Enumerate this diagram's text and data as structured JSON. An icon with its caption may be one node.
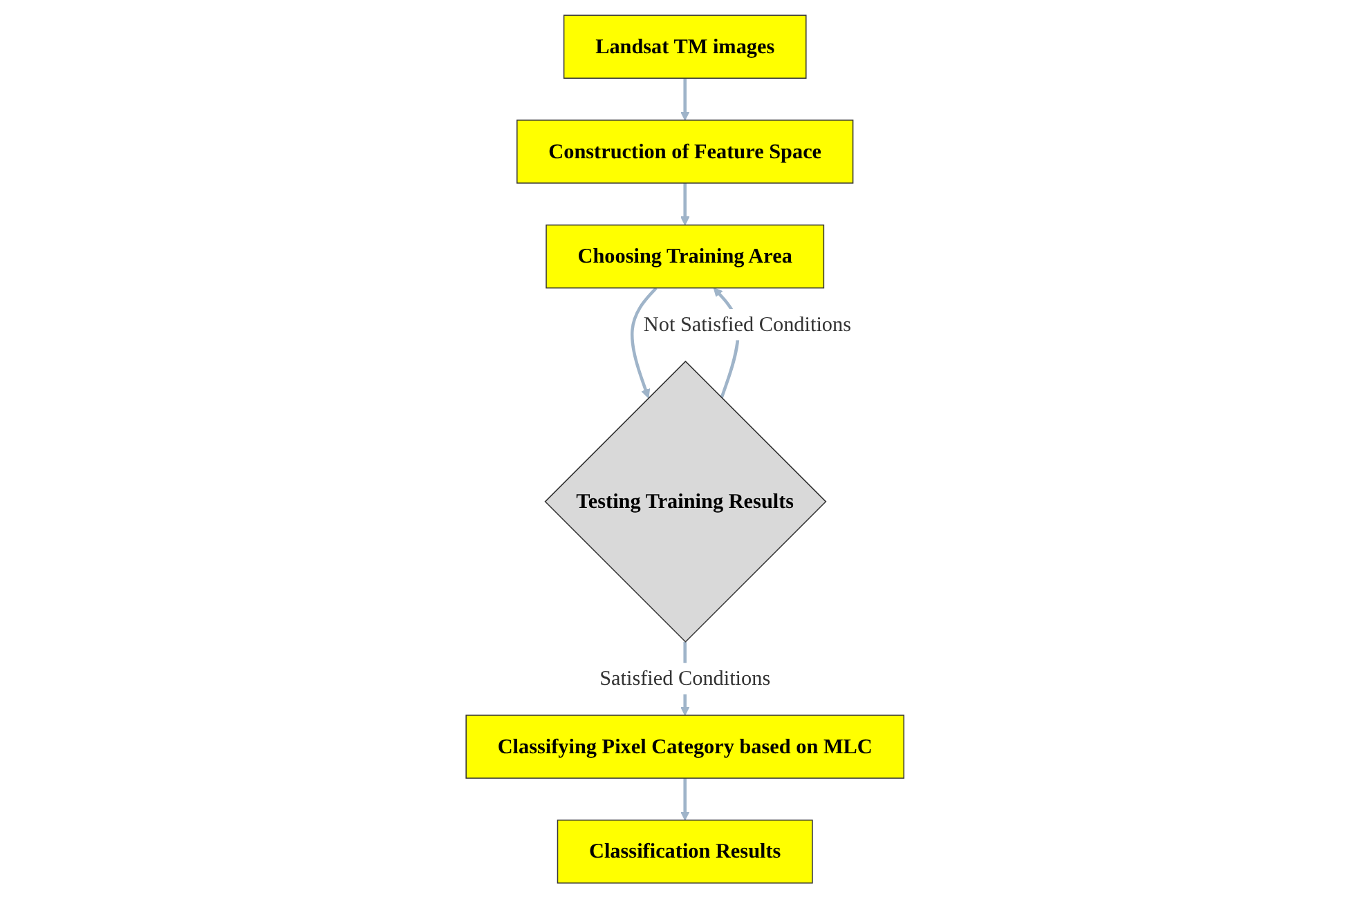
{
  "diagram": {
    "nodes": [
      {
        "text": [
          "Landsat TM images"
        ]
      },
      {
        "text": [
          "Construction of Feature Space"
        ]
      },
      {
        "text": [
          "Choosing Training Area"
        ]
      },
      {
        "text": [
          "Testing Training Results"
        ]
      },
      {
        "text": [
          "Classifying Pixel Category based on MLC"
        ]
      },
      {
        "text": [
          "Classification Results"
        ]
      }
    ],
    "edges": [
      {
        "from": 0,
        "to": 1,
        "arrow": "to"
      },
      {
        "from": 1,
        "to": 2,
        "arrow": "to"
      },
      {
        "from": 2,
        "to": 3,
        "arrow": "to"
      },
      {
        "from": 3,
        "to": 2,
        "arrow": "to",
        "label": "Not Satisfied Conditions"
      },
      {
        "from": 3,
        "to": 4,
        "arrow": "to",
        "label": "Satisfied Conditions"
      },
      {
        "from": 4,
        "to": 5,
        "arrow": "to"
      }
    ]
  }
}
